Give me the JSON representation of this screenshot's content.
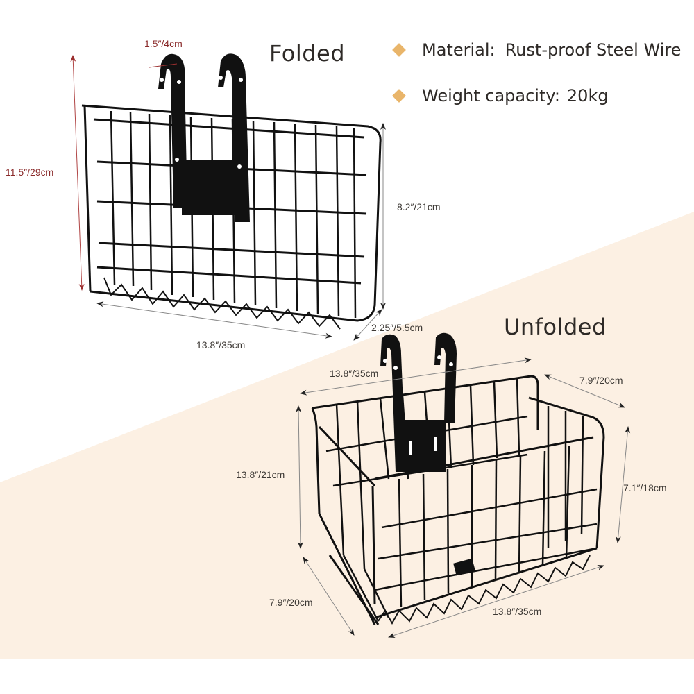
{
  "features": [
    {
      "icon": "diamond-bullet-icon",
      "label": "Material:",
      "value": "Rust-proof Steel Wire"
    },
    {
      "icon": "diamond-bullet-icon",
      "label": "Weight capacity:",
      "value": "20kg"
    }
  ],
  "folded": {
    "title": "Folded",
    "dimensions": {
      "hook_width": "1.5″/4cm",
      "total_height": "11.5″/29cm",
      "basket_height": "8.2″/21cm",
      "width": "13.8″/35cm",
      "depth": "2.25″/5.5cm"
    }
  },
  "unfolded": {
    "title": "Unfolded",
    "dimensions": {
      "top_width": "13.8″/35cm",
      "top_depth": "7.9″/20cm",
      "left_height": "13.8″/21cm",
      "right_height": "7.1″/18cm",
      "bottom_depth": "7.9″/20cm",
      "bottom_width": "13.8″/35cm"
    }
  },
  "colors": {
    "accent_diamond": "#e9b56a",
    "band": "#fcf0e3",
    "red_dimension": "#8a2a2a",
    "text": "#2e2a27",
    "wire": "#111111"
  }
}
